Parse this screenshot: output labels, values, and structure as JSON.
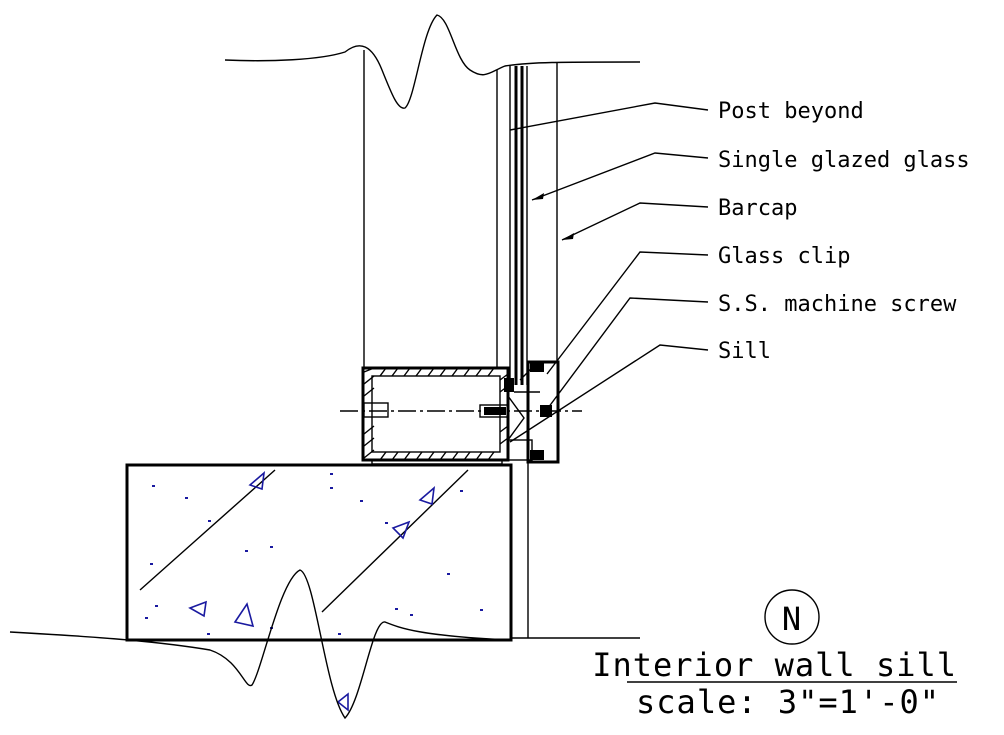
{
  "callouts": [
    {
      "id": "post-beyond",
      "label": "Post beyond"
    },
    {
      "id": "single-glazed-glass",
      "label": "Single glazed glass"
    },
    {
      "id": "barcap",
      "label": "Barcap"
    },
    {
      "id": "glass-clip",
      "label": "Glass clip"
    },
    {
      "id": "ss-machine-screw",
      "label": "S.S. machine screw"
    },
    {
      "id": "sill",
      "label": "Sill"
    }
  ],
  "north_marker": "N",
  "title": "Interior wall sill",
  "scale": "scale: 3\"=1'-0\""
}
